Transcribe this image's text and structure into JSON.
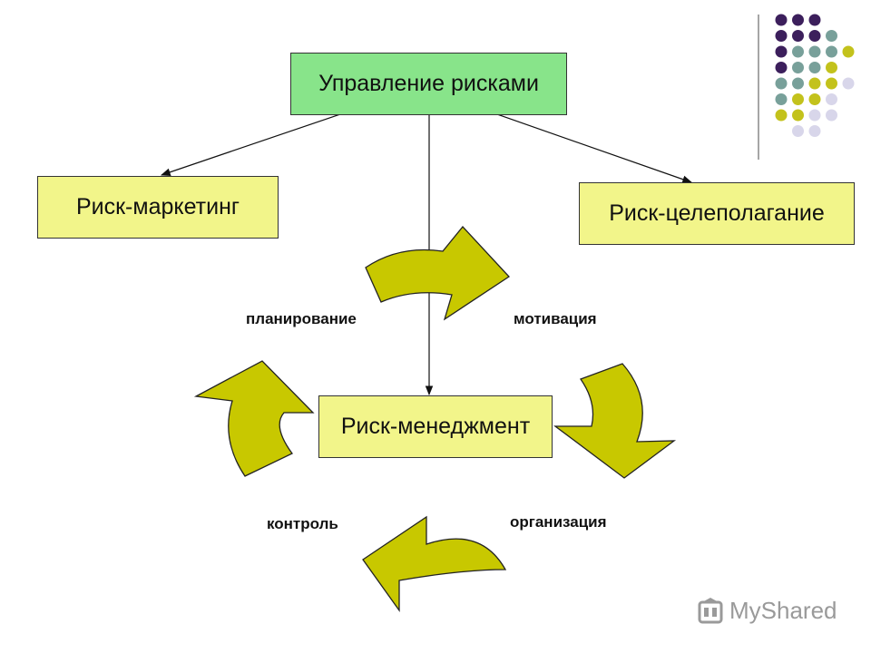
{
  "diagram": {
    "root": {
      "label": "Управление рисками",
      "color": "#88e48a"
    },
    "left": {
      "label": "Риск-маркетинг",
      "color": "#f2f58a"
    },
    "right": {
      "label": "Риск-целеполагание",
      "color": "#f2f58a"
    },
    "center": {
      "label": "Риск-менеджмент",
      "color": "#f2f58a"
    },
    "cycle": {
      "arrow_color": "#c8c800",
      "steps": [
        {
          "label": "планирование"
        },
        {
          "label": "мотивация"
        },
        {
          "label": "организация"
        },
        {
          "label": "контроль"
        }
      ]
    }
  },
  "decoration": {
    "dot_colors": {
      "purple": "#3c1f5c",
      "teal": "#78a09a",
      "olive": "#c3c21c",
      "lavender": "#d8d6ea"
    }
  },
  "watermark": {
    "text": "MyShared",
    "icon": "mortarboard-icon"
  }
}
